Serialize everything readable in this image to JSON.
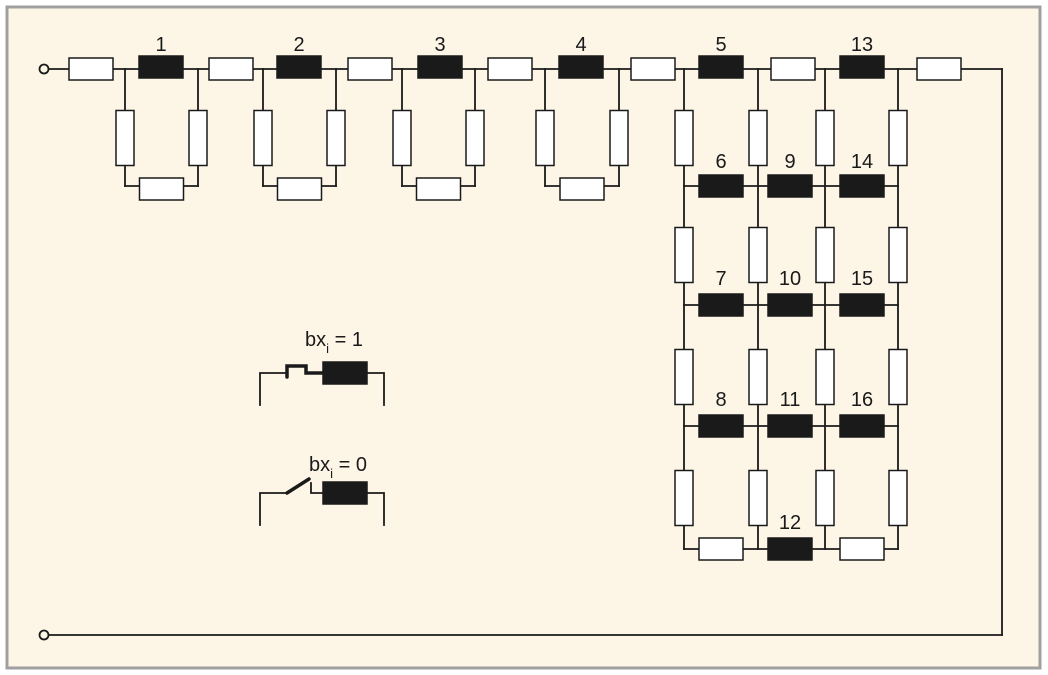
{
  "colors": {
    "background": "#fdf6e7",
    "border": "#a0a0a0",
    "wire": "#1a1a1a",
    "resistor_fill": "#ffffff",
    "active_fill": "#1a1a1a"
  },
  "labels": {
    "e1": "1",
    "e2": "2",
    "e3": "3",
    "e4": "4",
    "e5": "5",
    "e6": "6",
    "e7": "7",
    "e8": "8",
    "e9": "9",
    "e10": "10",
    "e11": "11",
    "e12": "12",
    "e13": "13",
    "e14": "14",
    "e15": "15",
    "e16": "16"
  },
  "legend": {
    "closed": {
      "prefix": "bx",
      "sub": "i",
      "suffix": " = 1"
    },
    "open": {
      "prefix": "bx",
      "sub": "i",
      "suffix": " = 0"
    }
  }
}
